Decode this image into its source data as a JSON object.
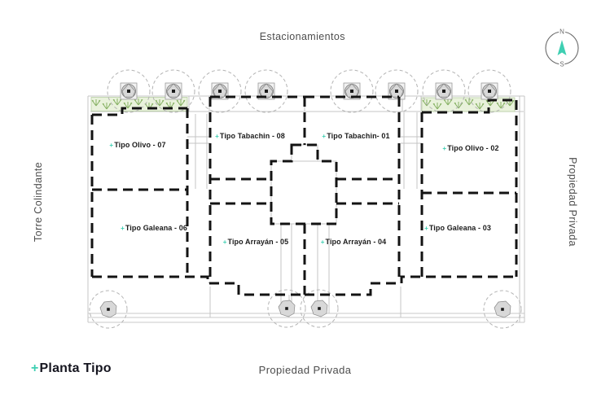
{
  "surroundings": {
    "top": "Estacionamientos",
    "left": "Torre Colindante",
    "right": "Propiedad Privada",
    "bottom": "Propiedad Privada"
  },
  "title_block": {
    "plus": "+",
    "title": "Planta Tipo"
  },
  "compass": {
    "north": "N",
    "south": "S",
    "needle_color": "#3ecfb2"
  },
  "colors": {
    "accent_teal": "#3ecfb2",
    "wall_black": "#131313",
    "thin_line_gray": "#c4c4c4",
    "tree_dash_gray": "#b3b3b3",
    "label_gray": "#4d4d4d",
    "title_dark": "#15151f",
    "planter_fill": "#e9f2dc",
    "plant_green": "#86b163"
  },
  "plan": {
    "units": [
      {
        "plus": "+",
        "label": "Tipo Olivo - 07"
      },
      {
        "plus": "+",
        "label": "Tipo Tabachin - 08"
      },
      {
        "plus": "+",
        "label": "Tipo Tabachin- 01"
      },
      {
        "plus": "+",
        "label": "Tipo Olivo - 02"
      },
      {
        "plus": "+",
        "label": "Tipo Galeana - 06"
      },
      {
        "plus": "+",
        "label": "Tipo Arrayán - 05"
      },
      {
        "plus": "+",
        "label": "Tipo Arrayán - 04"
      },
      {
        "plus": "+",
        "label": "Tipo Galeana - 03"
      }
    ]
  }
}
